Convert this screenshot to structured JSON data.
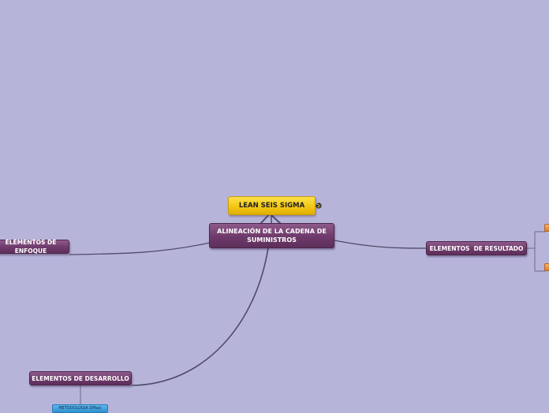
{
  "map": {
    "central": "ALINEACIÓN DE LA CADENA DE SUMINISTROS",
    "top_topic": "LEAN SEIS SIGMA",
    "branches": {
      "enfoque": "ELEMENTOS DE ENFOQUE",
      "resultado": "ELEMENTOS  DE RESULTADO",
      "desarrollo": "ELEMENTOS DE DESARROLLO"
    },
    "sub_topics": {
      "dmaic": "METODOLOGIA DMaic"
    },
    "icons": [
      "globe-icon"
    ],
    "colors": {
      "background": "#b7b4da",
      "main_topic": "#6e3a6b",
      "highlight_topic": "#f2c511",
      "sub_topic_blue": "#2f8fd0",
      "sub_topic_orange": "#e07d2c",
      "connector": "#5a5570"
    }
  }
}
